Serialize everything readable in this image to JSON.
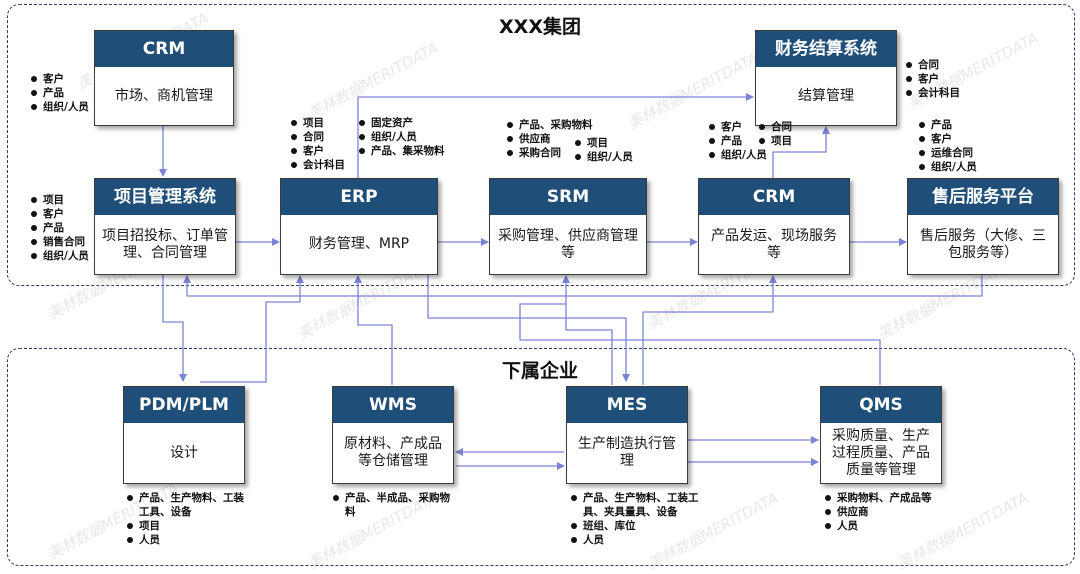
{
  "groups": {
    "top": {
      "title": "XXX集团"
    },
    "bottom": {
      "title": "下属企业"
    }
  },
  "systems": {
    "crm_top": {
      "title": "CRM",
      "desc": "市场、商机管理"
    },
    "finance": {
      "title": "财务结算系统",
      "desc": "结算管理"
    },
    "pms": {
      "title": "项目管理系统",
      "desc": "项目招投标、订单管理、合同管理"
    },
    "erp": {
      "title": "ERP",
      "desc": "财务管理、MRP"
    },
    "srm": {
      "title": "SRM",
      "desc": "采购管理、供应商管理等"
    },
    "crm2": {
      "title": "CRM",
      "desc": "产品发运、现场服务等"
    },
    "after_sales": {
      "title": "售后服务平台",
      "desc": "售后服务（大修、三包服务等）"
    },
    "pdm": {
      "title": "PDM/PLM",
      "desc": "设计"
    },
    "wms": {
      "title": "WMS",
      "desc": "原材料、产成品等仓储管理"
    },
    "mes": {
      "title": "MES",
      "desc": "生产制造执行管理"
    },
    "qms": {
      "title": "QMS",
      "desc": "采购质量、生产过程质量、产品质量等管理"
    }
  },
  "lists": {
    "crm_top": [
      "客户",
      "产品",
      "组织/人员"
    ],
    "finance": [
      "合同",
      "客户",
      "会计科目"
    ],
    "pms": [
      "项目",
      "客户",
      "产品",
      "销售合同",
      "组织/人员"
    ],
    "erp_a": [
      "项目",
      "合同",
      "客户",
      "会计科目"
    ],
    "erp_b": [
      "固定资产",
      "组织/人员",
      "产品、集采物料"
    ],
    "srm_a": [
      "产品、采购物料",
      "供应商",
      "采购合同"
    ],
    "srm_b": [
      "项目",
      "组织/人员"
    ],
    "crm2_a": [
      "客户",
      "产品",
      "组织/人员"
    ],
    "crm2_b": [
      "合同",
      "项目"
    ],
    "after_sales": [
      "产品",
      "客户",
      "运维合同",
      "组织/人员"
    ],
    "pdm": [
      "产品、生产物料、工装工具、设备",
      "项目",
      "人员"
    ],
    "wms": [
      "产品、半成品、采购物料"
    ],
    "mes": [
      "产品、生产物料、工装工具、夹具量具、设备",
      "班组、库位",
      "人员"
    ],
    "qms": [
      "采购物料、产成品等",
      "供应商",
      "人员"
    ]
  },
  "watermark": "美林数据MERITDATA",
  "colors": {
    "header": "#1f4e79",
    "connector": "#7b83d6",
    "frame": "#2e3a6b"
  }
}
